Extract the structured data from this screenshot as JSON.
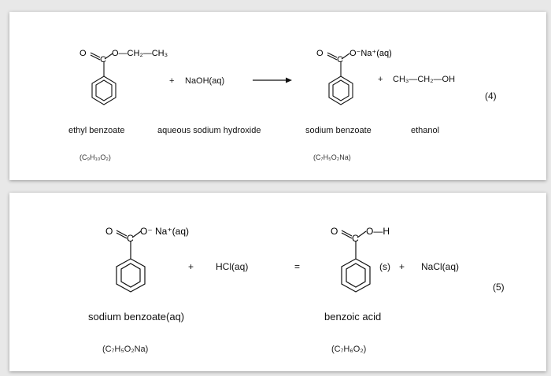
{
  "reaction4": {
    "reactant1": {
      "substituent": "O—CH₂—CH₃",
      "name": "ethyl benzoate",
      "formula": "(C₉H₁₀O₂)"
    },
    "plus1": "+",
    "reactant2": {
      "formula": "NaOH(aq)",
      "name": "aqueous sodium hydroxide"
    },
    "arrow": "⟶",
    "product1": {
      "substituent": "O⁻Na⁺(aq)",
      "name": "sodium benzoate",
      "formula": "(C₇H₅O₂Na)"
    },
    "plus2": "+",
    "product2": {
      "formula": "CH₃—CH₂—OH",
      "name": "ethanol"
    },
    "number": "(4)"
  },
  "reaction5": {
    "reactant1": {
      "substituent": "O⁻ Na⁺(aq)",
      "name": "sodium benzoate(aq)",
      "formula": "(C₇H₅O₂Na)"
    },
    "plus1": "+",
    "reactant2": {
      "formula": "HCl(aq)"
    },
    "equals": "=",
    "product1": {
      "substituent": "O—H",
      "state": "(s)",
      "name": "benzoic acid",
      "formula": "(C₇H₆O₂)"
    },
    "plus2": "+",
    "product2": {
      "formula": "NaCl(aq)"
    },
    "number": "(5)"
  },
  "atoms": {
    "oxygen": "O",
    "carbon": "C"
  }
}
